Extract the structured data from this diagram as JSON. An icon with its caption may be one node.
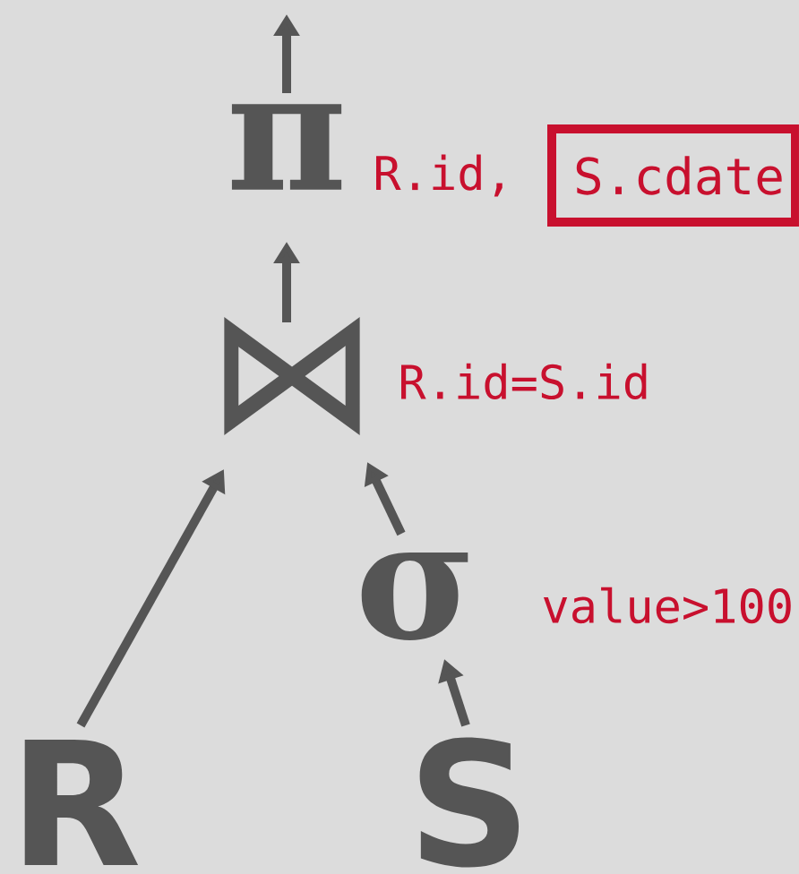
{
  "diagram": {
    "nodes": [
      {
        "text": [
          "π"
        ],
        "beside": [
          "R.id,"
        ]
      },
      {
        "text": [
          "S.cdate"
        ]
      },
      {
        "text": [
          "⋈"
        ],
        "beside": [
          "R.id=S.id"
        ]
      },
      {
        "text": [
          "σ"
        ],
        "beside": [
          "value>100"
        ]
      },
      {
        "text": [
          "R"
        ]
      },
      {
        "text": [
          "S"
        ]
      }
    ],
    "edges": [
      {
        "from": 2,
        "to": 0,
        "arrow": "to"
      },
      {
        "from": 0,
        "to": null,
        "arrow": "to"
      },
      {
        "from": 4,
        "to": 2,
        "arrow": "to"
      },
      {
        "from": 3,
        "to": 2,
        "arrow": "to"
      },
      {
        "from": 5,
        "to": 3,
        "arrow": "to"
      }
    ]
  }
}
